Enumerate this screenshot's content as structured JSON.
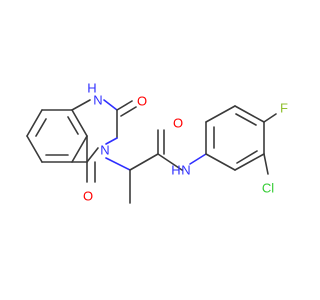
{
  "molecule": {
    "atoms": {
      "n1_h": "H",
      "n1": "N",
      "o_c2": "O",
      "n3": "N",
      "o_c4": "O",
      "o_amide": "O",
      "n_amide_n": "N",
      "n_amide_h": "H",
      "f": "F",
      "cl": "Cl"
    }
  },
  "colors": {
    "bond": "#3a3a3a",
    "oxygen": "#ff0000",
    "nitrogen": "#3030ff",
    "fluorine": "#90c030",
    "chlorine": "#33cc33"
  }
}
